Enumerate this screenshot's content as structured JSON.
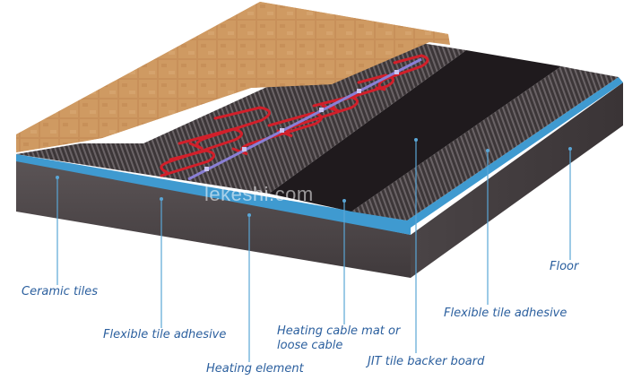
{
  "labels": {
    "ceramic_tiles": "Ceramic tiles",
    "flexible_tile_adhesive_left": "Flexible tile adhesive",
    "heating_element": "Heating element",
    "heating_cable_mat": "Heating cable mat or\nloose cable",
    "jit_backer_board": "JIT  tile backer board",
    "flexible_tile_adhesive_right": "Flexible tile adhesive",
    "floor": "Floor"
  },
  "watermark": "lekeshi.com",
  "colors": {
    "label_text": "#2b5f9e",
    "leader_line": "#5aa6d6",
    "tile": "#c9915a",
    "heating_cable": "#d21f2a",
    "heating_element": "#8a7fd6",
    "backer_board_edge": "#3f9ad0",
    "concrete": "#4a4446"
  }
}
